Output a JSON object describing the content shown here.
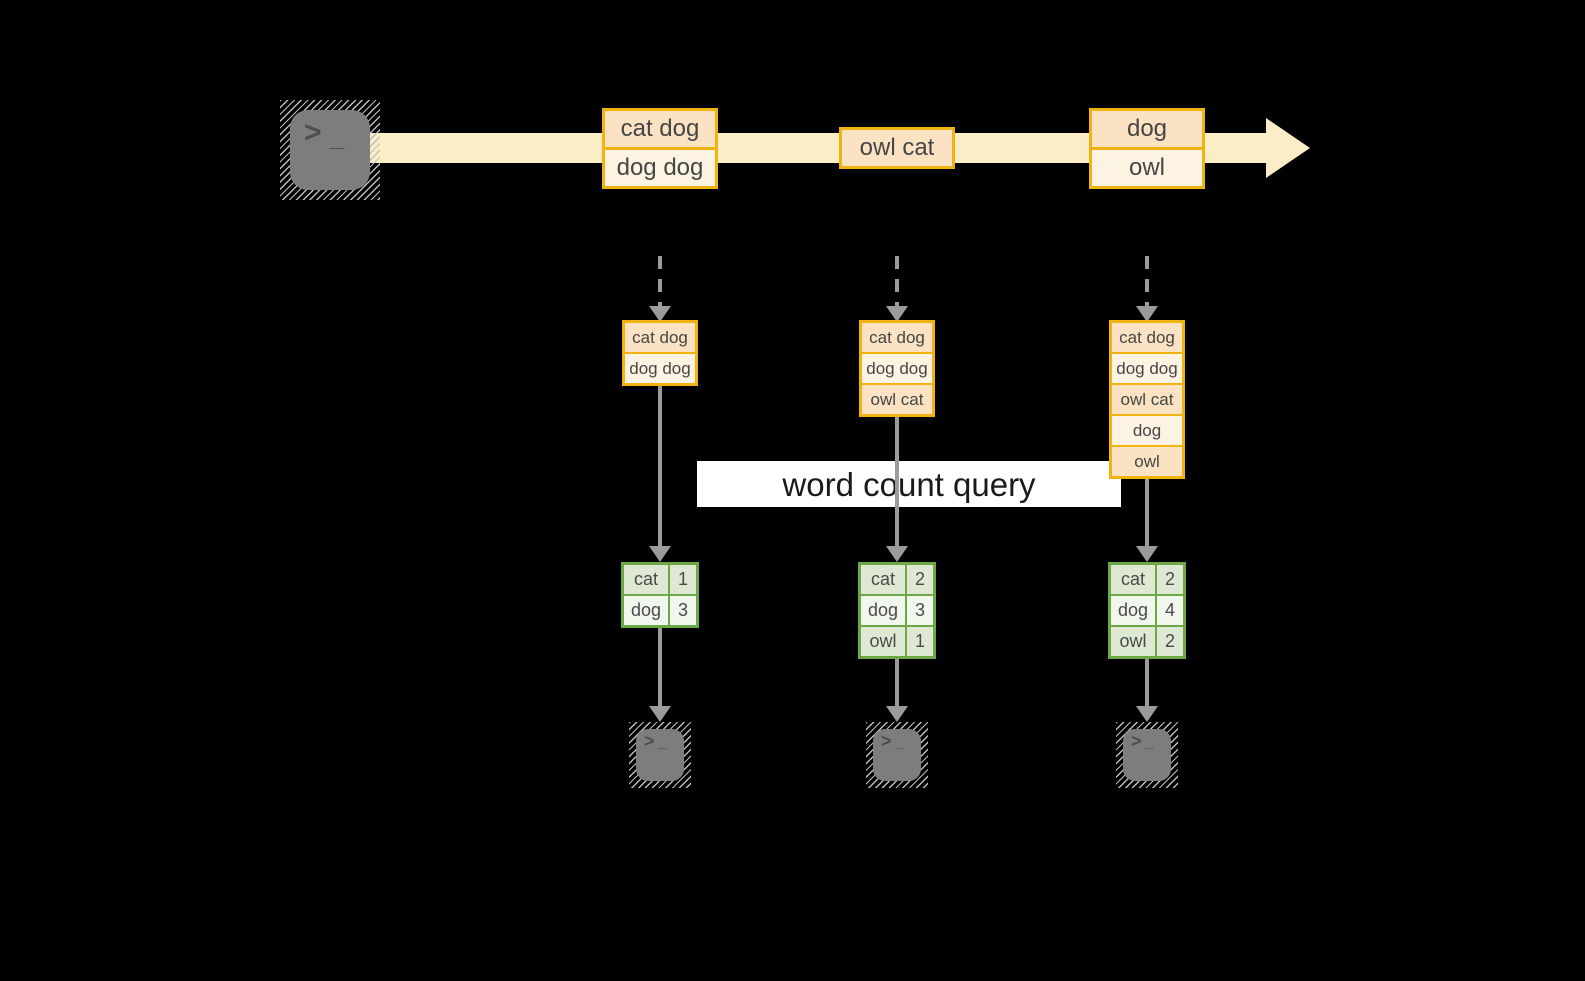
{
  "query_label": "word count query",
  "stream": {
    "batches": [
      [
        "cat dog",
        "dog dog"
      ],
      [
        "owl cat"
      ],
      [
        "dog",
        "owl"
      ]
    ]
  },
  "pipelines": [
    {
      "state": [
        "cat dog",
        "dog dog"
      ],
      "counts": [
        [
          "cat",
          "1"
        ],
        [
          "dog",
          "3"
        ]
      ]
    },
    {
      "state": [
        "cat dog",
        "dog dog",
        "owl cat"
      ],
      "counts": [
        [
          "cat",
          "2"
        ],
        [
          "dog",
          "3"
        ],
        [
          "owl",
          "1"
        ]
      ]
    },
    {
      "state": [
        "cat dog",
        "dog dog",
        "owl cat",
        "dog",
        "owl"
      ],
      "counts": [
        [
          "cat",
          "2"
        ],
        [
          "dog",
          "4"
        ],
        [
          "owl",
          "2"
        ]
      ]
    }
  ],
  "icons": {
    "terminal_prompt_chevron": ">",
    "terminal_prompt_underscore": "_"
  },
  "colors": {
    "background": "#000000",
    "stream_band": "#fbeec7",
    "record_border": "#f0b310",
    "record_row_peach": "#fae2c3",
    "record_row_cream": "#fdf3e3",
    "table_border": "#6ca845",
    "table_row_dark": "#dde9d3",
    "table_row_light": "#f2f7ee",
    "arrow_gray": "#9b9b9b",
    "terminal_gray": "#7d7d7d",
    "label_background": "#ffffff",
    "text": "#454545"
  }
}
